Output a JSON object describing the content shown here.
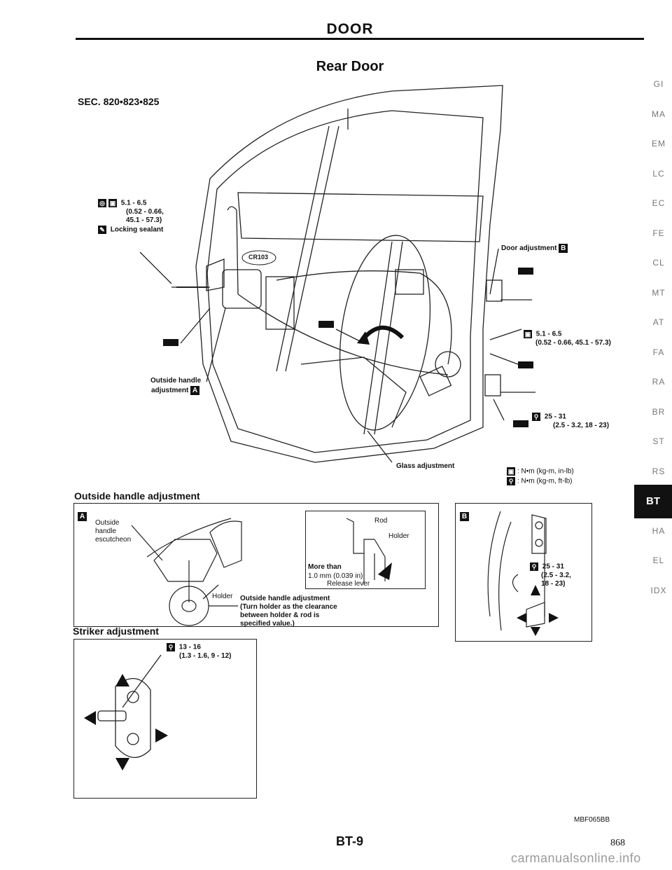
{
  "header": {
    "title": "DOOR",
    "subtitle": "Rear Door",
    "section": "SEC. 820•823•825"
  },
  "main_diagram": {
    "torque_top_left": {
      "values": "5.1 - 6.5",
      "alt": "(0.52 - 0.66,",
      "alt2": "45.1 - 57.3)",
      "sealant": "Locking sealant"
    },
    "outside_handle_callout": {
      "line1": "Outside handle",
      "line2": "adjustment",
      "ref": "A"
    },
    "door_adjustment": {
      "label": "Door adjustment",
      "ref": "B"
    },
    "torque_right": {
      "values": "5.1 - 6.5",
      "alt": "(0.52 - 0.66, 45.1 - 57.3)"
    },
    "torque_hinge": {
      "values": "25 - 31",
      "alt": "(2.5 - 3.2, 18 - 23)"
    },
    "glass_adjustment": "Glass adjustment",
    "part_code": "CR103",
    "legend": [
      {
        "symbol": "screw",
        "text": ": N•m (kg-m, in-lb)"
      },
      {
        "symbol": "bolt",
        "text": ": N•m (kg-m, ft-lb)"
      }
    ]
  },
  "outside_handle_section": {
    "title": "Outside handle adjustment",
    "box_label": "A",
    "escutcheon": {
      "l1": "Outside",
      "l2": "handle",
      "l3": "escutcheon"
    },
    "holder": "Holder",
    "inset": {
      "rod": "Rod",
      "holder": "Holder",
      "more_than": "More than",
      "clearance": "1.0 mm (0.039 in)",
      "release_lever": "Release lever"
    },
    "note": {
      "l1": "Outside handle adjustment",
      "l2": "(Turn holder as the clearance",
      "l3": "between holder & rod is",
      "l4": "specified value.)"
    }
  },
  "striker_section": {
    "title": "Striker adjustment",
    "torque": "13 - 16",
    "alt": "(1.3 - 1.6, 9 - 12)"
  },
  "hinge_section": {
    "box_label": "B",
    "torque": "25 - 31",
    "alt1": "(2.5 - 3.2,",
    "alt2": "18 - 23)"
  },
  "footer": {
    "figure_code": "MBF065BB",
    "page_ref": "BT-9",
    "page_number": "868",
    "watermark": "carmanualsonline.info"
  },
  "side_nav": {
    "items": [
      "GI",
      "MA",
      "EM",
      "LC",
      "EC",
      "FE",
      "CL",
      "MT",
      "AT",
      "FA",
      "RA",
      "BR",
      "ST",
      "RS",
      "BT",
      "HA",
      "EL",
      "IDX"
    ],
    "active": "BT"
  }
}
